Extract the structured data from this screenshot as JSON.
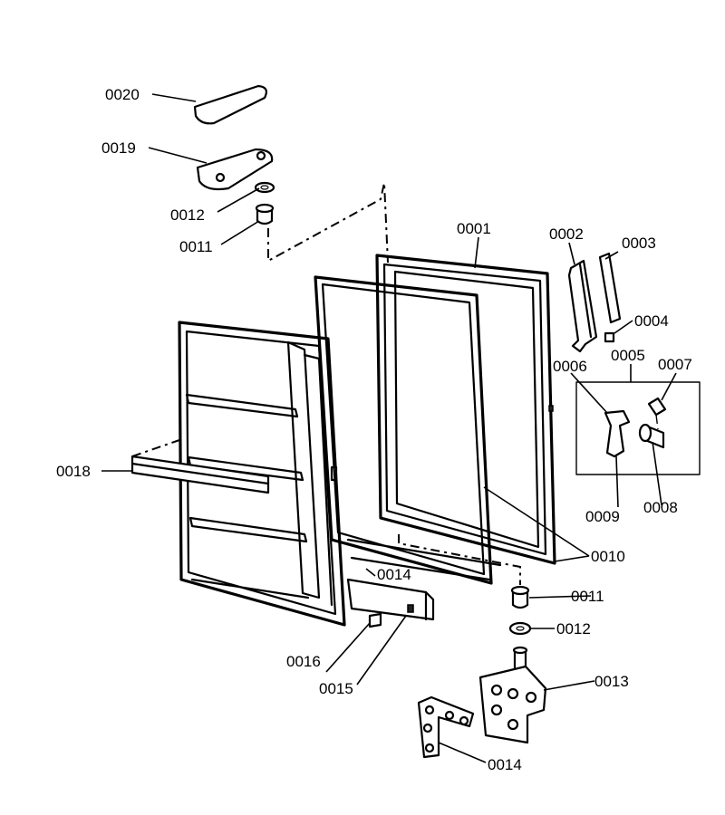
{
  "labels": {
    "p0001": "0001",
    "p0002": "0002",
    "p0003": "0003",
    "p0004": "0004",
    "p0005": "0005",
    "p0006": "0006",
    "p0007": "0007",
    "p0008": "0008",
    "p0009": "0009",
    "p0010": "0010",
    "p0011_top": "0011",
    "p0011_bottom": "0011",
    "p0012_top": "0012",
    "p0012_bottom": "0012",
    "p0013": "0013",
    "p0014_mid": "0014",
    "p0014_bottom": "0014",
    "p0015": "0015",
    "p0016": "0016",
    "p0018": "0018",
    "p0019": "0019",
    "p0020": "0020"
  }
}
